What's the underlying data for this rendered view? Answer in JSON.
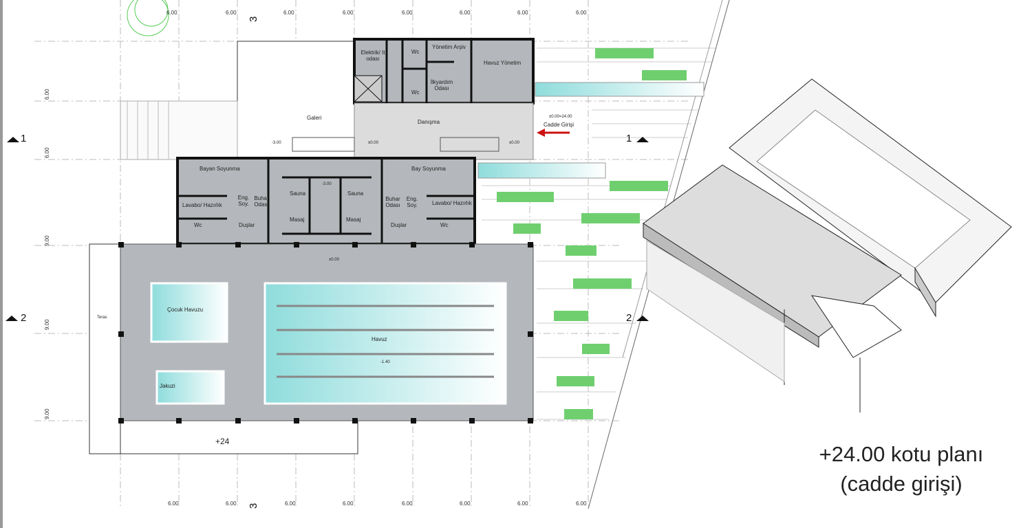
{
  "dimensions": {
    "top": [
      "6.00",
      "6.00",
      "6.00",
      "6.00",
      "6.00",
      "6.00",
      "6.00",
      "6.00"
    ],
    "bottom": [
      "6.00",
      "6.00",
      "6.00",
      "6.00",
      "6.00",
      "6.00",
      "6.00",
      "6.00"
    ],
    "left": [
      "6.00",
      "6.00",
      "9.00",
      "9.00",
      "9.00"
    ]
  },
  "sections": {
    "s1": "1",
    "s2": "2",
    "s3": "3"
  },
  "rooms": {
    "elektrik": "Elektrik/ It odası",
    "wc": "Wc",
    "arsiv": "Yönetim Arşiv",
    "havuz_yonetim": "Havuz Yönetim",
    "ilkyardim": "İlkyardım Odası",
    "galeri": "Galeri",
    "danisma": "Danışma",
    "cadde_girisi": "Cadde Girişi",
    "bayan": "Bayan Soyunma",
    "bay": "Bay Soyunma",
    "lavabo": "Lavabo/ Hazırlık",
    "eng": "Eng. Soy.",
    "buhar": "Buhar Odası",
    "sauna": "Sauna",
    "masaj": "Masaj",
    "duslar": "Duşlar",
    "cocuk": "Çocuk Havuzu",
    "jakuzi": "Jakuzi",
    "havuz": "Havuz",
    "teras": "Teras",
    "plus24": "+24"
  },
  "levels": {
    "entry": "±0.00=24.00",
    "minus3": "-3.00",
    "zero": "±0.00",
    "minus140": "-1.40"
  },
  "title": {
    "line1": "+24.00 kotu planı",
    "line2": "(cadde girişi)"
  },
  "colors": {
    "room": "#b4b8bc",
    "hall": "#dcdcdc",
    "pool": "#9fdede",
    "green": "#6fcf6f",
    "arrow": "#cc1111"
  }
}
